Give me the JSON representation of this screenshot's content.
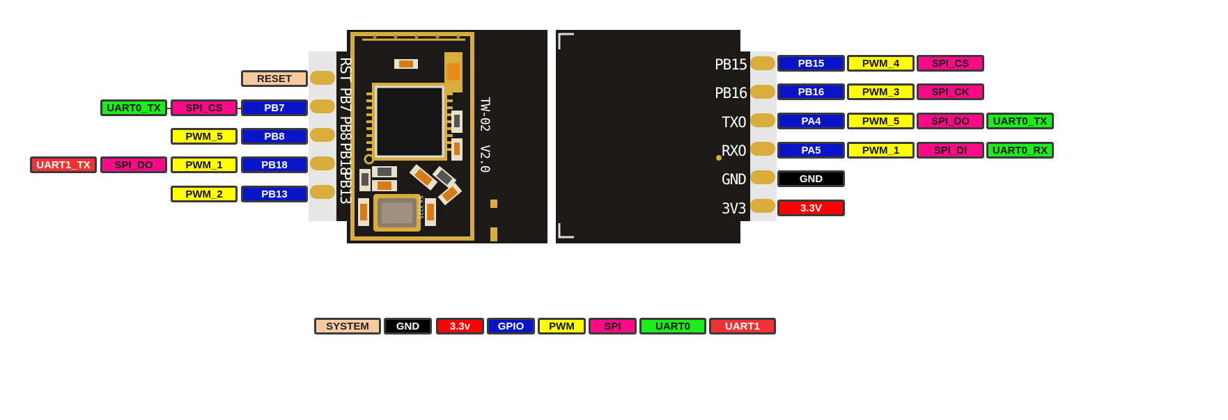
{
  "module": {
    "silkscreen": "TW-02  V2.0",
    "crystal_marking": "SX-3225",
    "left_pin_labels": [
      "RST",
      "PB7",
      "PB8",
      "PB18",
      "PB13"
    ],
    "right_pin_labels": [
      "PB15",
      "PB16",
      "TXO",
      "RXO",
      "GND",
      "3V3"
    ]
  },
  "left_rows": [
    {
      "name": "reset-row",
      "tags": [
        {
          "text": "RESET",
          "cls": "t-system"
        }
      ]
    },
    {
      "name": "pb7-row",
      "tags": [
        {
          "text": "UART0_TX",
          "cls": "t-uart0"
        },
        {
          "text": "SPI_CS",
          "cls": "t-spi"
        },
        {
          "text": "PB7",
          "cls": "t-gpio"
        }
      ]
    },
    {
      "name": "pb8-row",
      "tags": [
        {
          "text": "PWM_5",
          "cls": "t-pwm"
        },
        {
          "text": "PB8",
          "cls": "t-gpio"
        }
      ]
    },
    {
      "name": "pb18-row",
      "tags": [
        {
          "text": "UART1_TX",
          "cls": "t-uart1"
        },
        {
          "text": "SPI_DO",
          "cls": "t-spi"
        },
        {
          "text": "PWM_1",
          "cls": "t-pwm"
        },
        {
          "text": "PB18",
          "cls": "t-gpio"
        }
      ]
    },
    {
      "name": "pb13-row",
      "tags": [
        {
          "text": "PWM_2",
          "cls": "t-pwm"
        },
        {
          "text": "PB13",
          "cls": "t-gpio"
        }
      ]
    }
  ],
  "right_rows": [
    {
      "name": "pb15-row",
      "tags": [
        {
          "text": "PB15",
          "cls": "t-gpio"
        },
        {
          "text": "PWM_4",
          "cls": "t-pwm"
        },
        {
          "text": "SPI_CS",
          "cls": "t-spi"
        }
      ]
    },
    {
      "name": "pb16-row",
      "tags": [
        {
          "text": "PB16",
          "cls": "t-gpio"
        },
        {
          "text": "PWM_3",
          "cls": "t-pwm"
        },
        {
          "text": "SPI_CK",
          "cls": "t-spi"
        }
      ]
    },
    {
      "name": "txo-row",
      "tags": [
        {
          "text": "PA4",
          "cls": "t-gpio"
        },
        {
          "text": "PWM_5",
          "cls": "t-pwm"
        },
        {
          "text": "SPI_DO",
          "cls": "t-spi"
        },
        {
          "text": "UART0_TX",
          "cls": "t-uart0"
        }
      ]
    },
    {
      "name": "rxo-row",
      "tags": [
        {
          "text": "PA5",
          "cls": "t-gpio"
        },
        {
          "text": "PWM_1",
          "cls": "t-pwm"
        },
        {
          "text": "SPI_DI",
          "cls": "t-spi"
        },
        {
          "text": "UART0_RX",
          "cls": "t-uart0"
        }
      ]
    },
    {
      "name": "gnd-row",
      "tags": [
        {
          "text": "GND",
          "cls": "t-gnd"
        }
      ]
    },
    {
      "name": "3v3-row",
      "tags": [
        {
          "text": "3.3V",
          "cls": "t-pwr"
        }
      ]
    }
  ],
  "legend": [
    {
      "text": "SYSTEM",
      "cls": "t-system"
    },
    {
      "text": "GND",
      "cls": "t-gnd"
    },
    {
      "text": "3.3v",
      "cls": "t-pwr"
    },
    {
      "text": "GPIO",
      "cls": "t-gpio"
    },
    {
      "text": "PWM",
      "cls": "t-pwm"
    },
    {
      "text": "SPI",
      "cls": "t-spi"
    },
    {
      "text": "UART0",
      "cls": "t-uart0"
    },
    {
      "text": "UART1",
      "cls": "t-uart1"
    }
  ],
  "colors": {
    "system": "#f9c9a0",
    "gpio": "#0a14c8",
    "pwm": "#ffff00",
    "spi": "#ff0a87",
    "uart0": "#1aed1a",
    "uart1": "#f23232",
    "gnd": "#000000",
    "power": "#ff0000",
    "pcb": "#1c1a18",
    "gold": "#d9ad3c",
    "connector_line": "#cc0000"
  }
}
